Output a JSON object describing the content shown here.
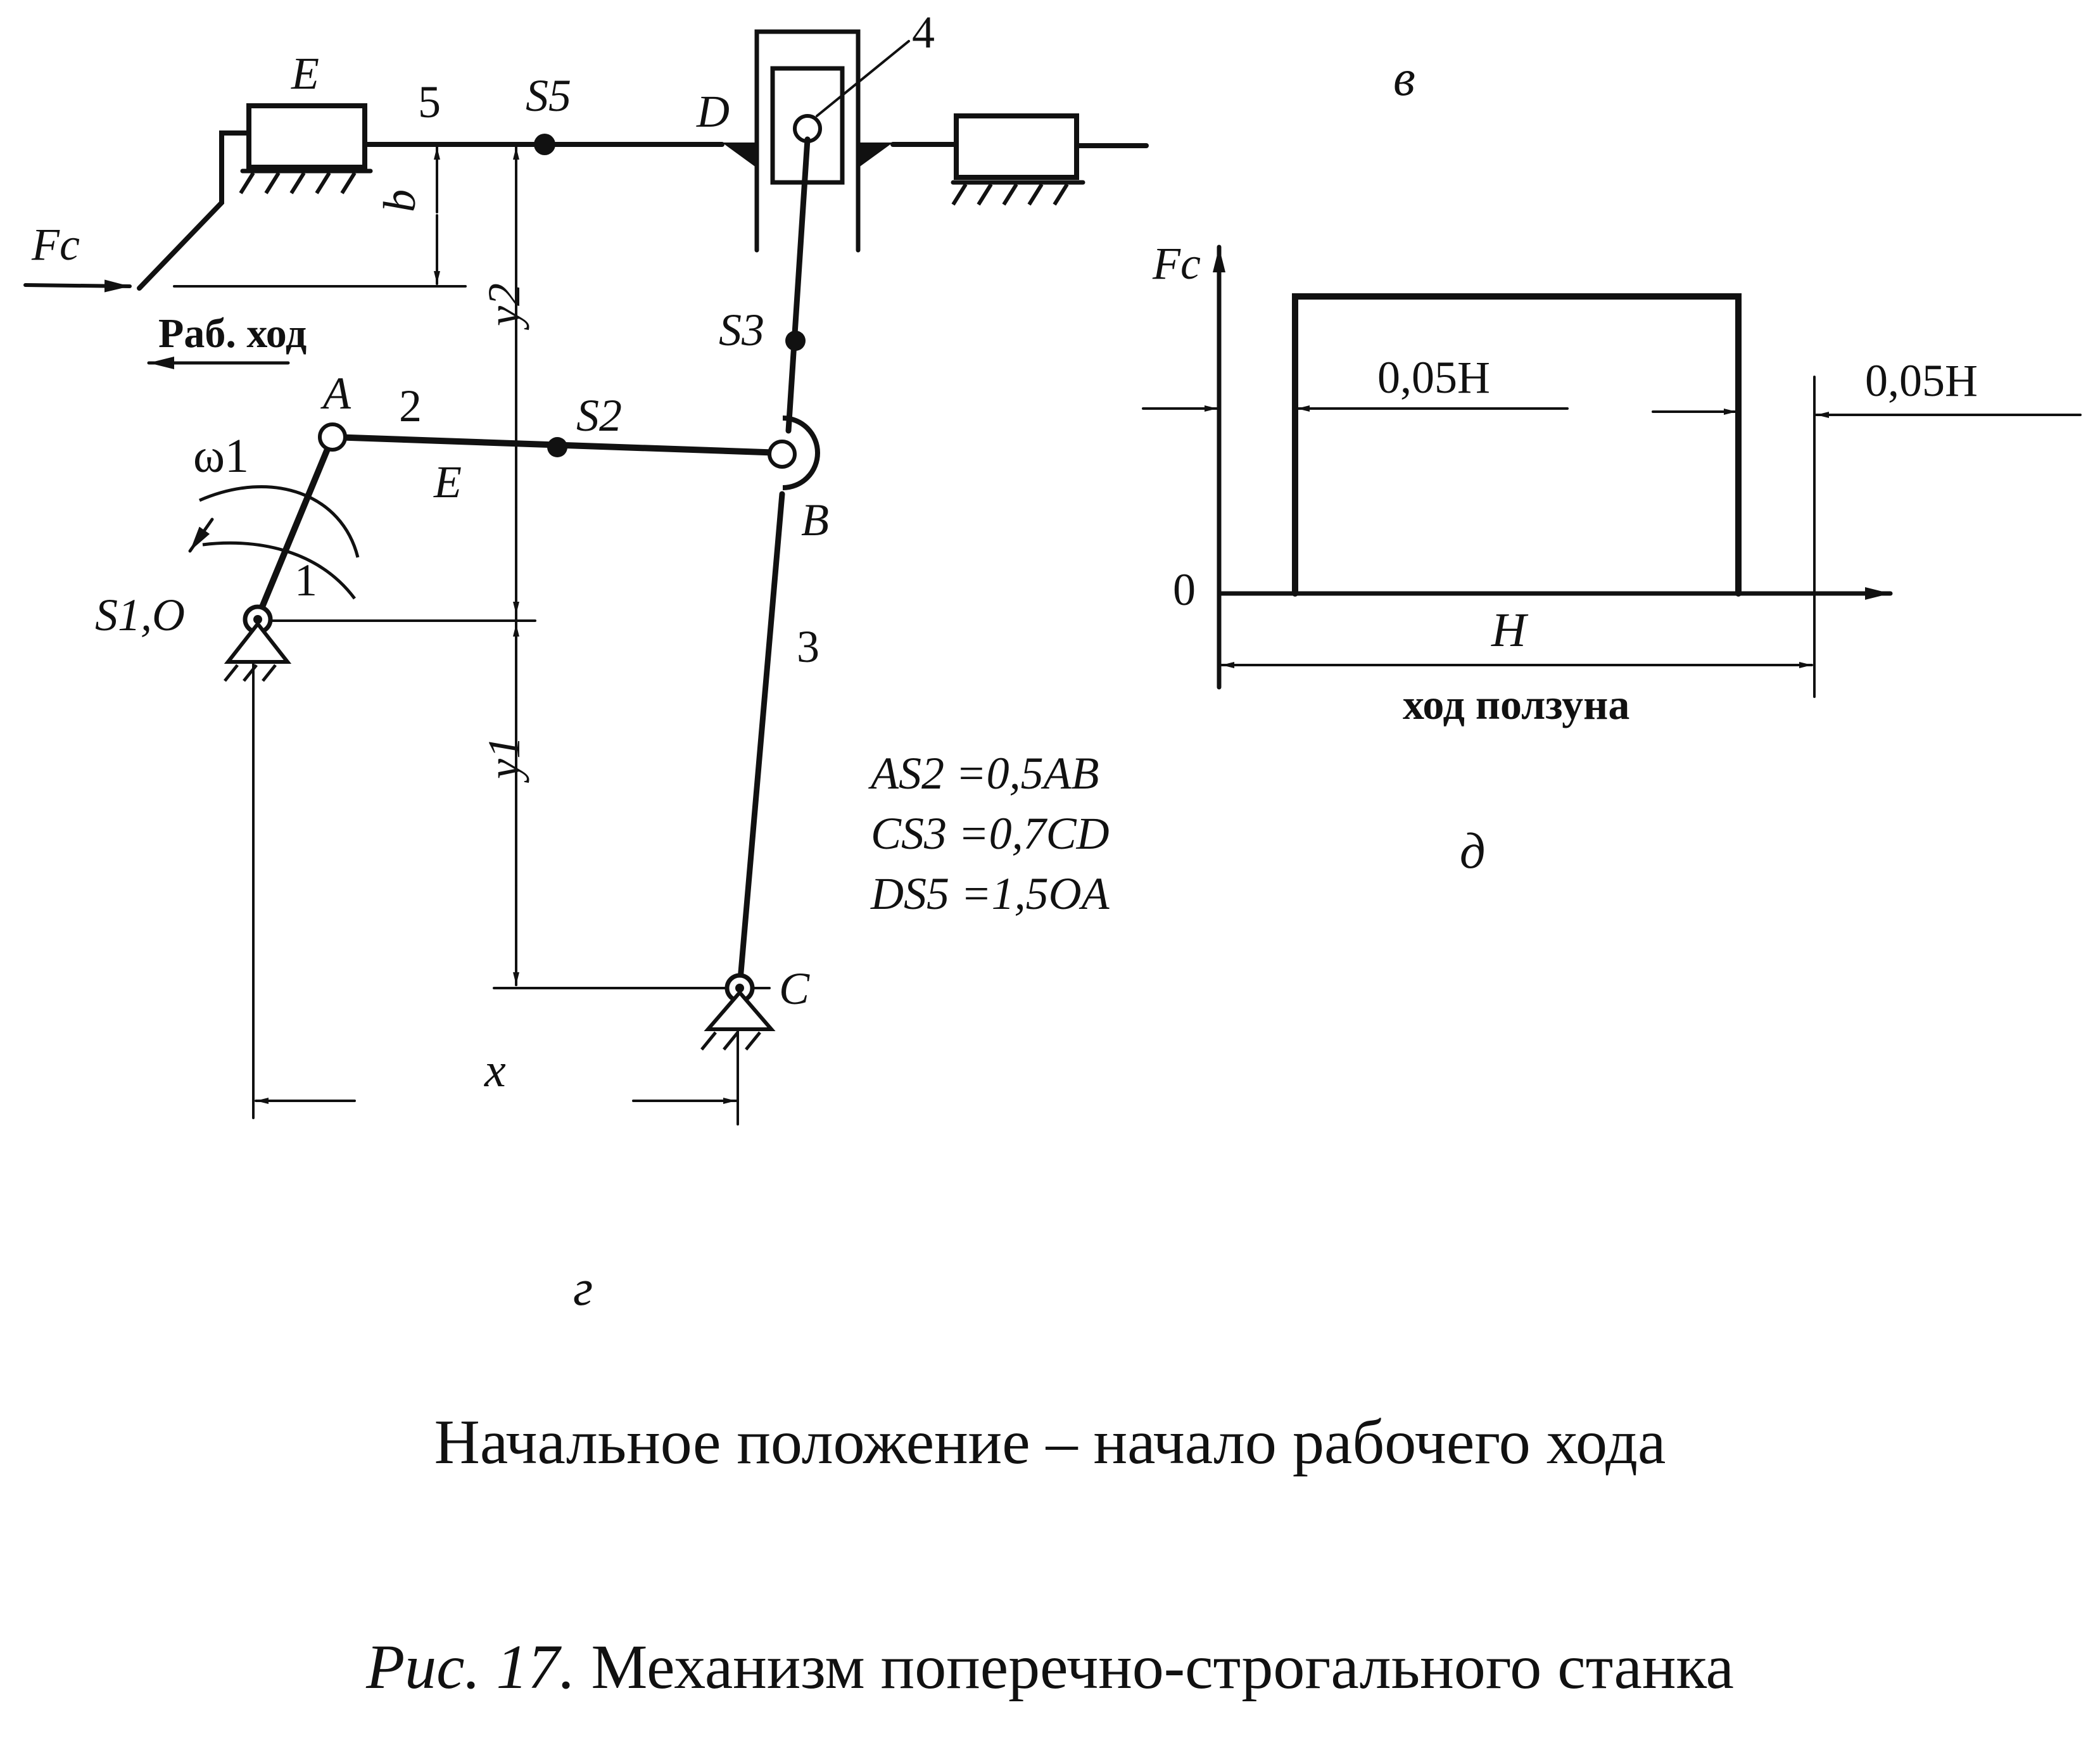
{
  "mechanism": {
    "labels": {
      "E_top": "E",
      "link5": "5",
      "S5": "S5",
      "D": "D",
      "link4": "4",
      "Fc": "Fc",
      "b": "b",
      "work_stroke": "Раб. ход",
      "y2": "y2",
      "S3": "S3",
      "A": "A",
      "link2": "2",
      "S2": "S2",
      "omega1": "ω1",
      "E_mid": "E",
      "B": "B",
      "link1": "1",
      "S1O": "S1,O",
      "link3": "3",
      "y1": "y1",
      "C": "C",
      "x": "x"
    },
    "relations": [
      "AS2 =0,5AB",
      "CS3 =0,7CD",
      "DS5 =1,5OA"
    ],
    "sublabel": "г"
  },
  "force_diagram": {
    "sublabel_top": "в",
    "y_axis": "Fc",
    "origin": "0",
    "dim_left": "0,05H",
    "dim_right": "0,05H",
    "dim_H": "H",
    "x_caption": "ход ползуна",
    "sublabel": "д",
    "chart_data": {
      "type": "area",
      "x_range_fraction_of_H": [
        0,
        1
      ],
      "rise_at": 0.05,
      "fall_at": 0.95,
      "level": "Fc"
    }
  },
  "position_caption": "Начальное положение – начало рабочего хода",
  "figure_caption": {
    "prefix": "Рис. 17.",
    "title": "Механизм поперечно-строгального станка"
  }
}
